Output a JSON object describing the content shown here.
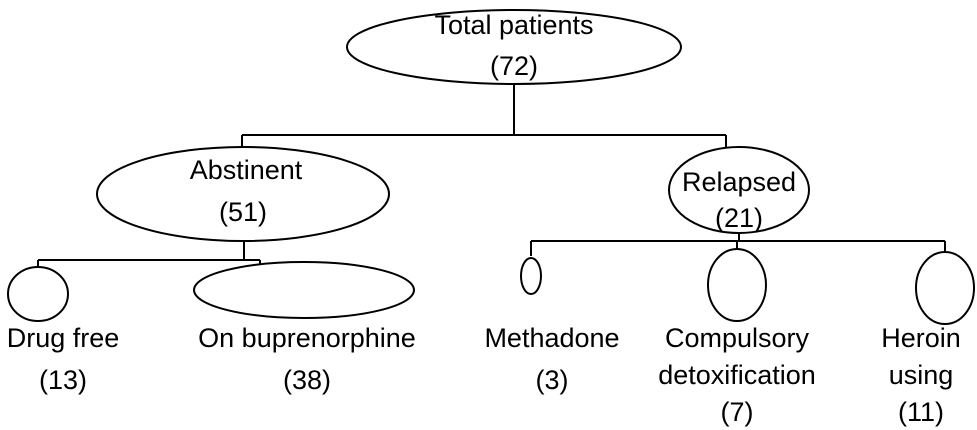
{
  "diagram": {
    "root": {
      "label": "Total patients",
      "count": "(72)"
    },
    "abstinent": {
      "label": "Abstinent",
      "count": "(51)"
    },
    "relapsed": {
      "label": "Relapsed",
      "count": "(21)"
    },
    "drug_free": {
      "label": "Drug free",
      "count": "(13)"
    },
    "on_buprenorphine": {
      "label": "On buprenorphine",
      "count": "(38)"
    },
    "methadone": {
      "label": "Methadone",
      "count": "(3)"
    },
    "compulsory_detox": {
      "label_line1": "Compulsory",
      "label_line2": "detoxification",
      "count": "(7)"
    },
    "heroin_using": {
      "label_line1": "Heroin",
      "label_line2": "using",
      "count": "(11)"
    }
  }
}
